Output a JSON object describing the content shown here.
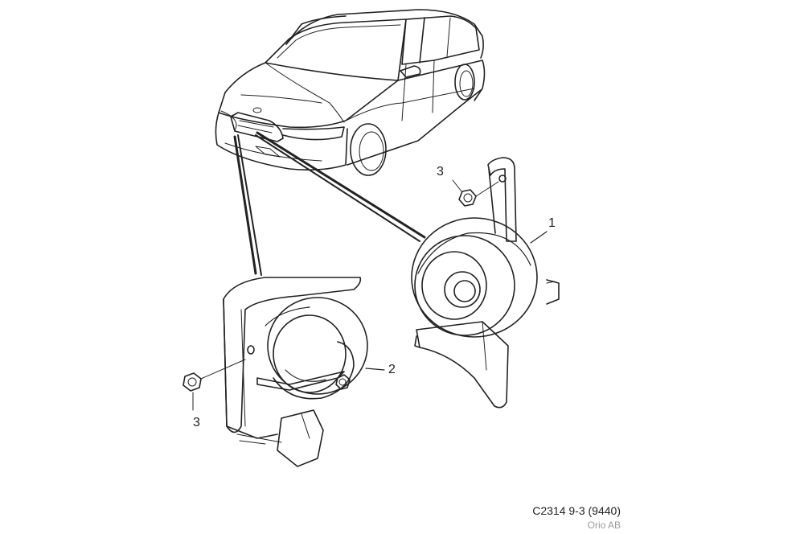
{
  "callouts": {
    "horn_high": "1",
    "horn_low": "2",
    "nut_upper": "3",
    "nut_lower": "3"
  },
  "caption": {
    "code": "C2314 9-3 (9440)",
    "publisher": "Orio AB"
  }
}
